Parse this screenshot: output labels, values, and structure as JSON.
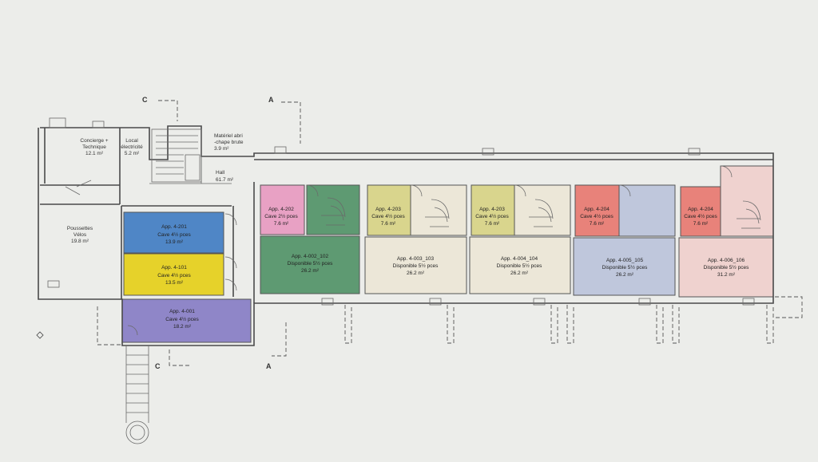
{
  "colors": {
    "background": "#ecedea",
    "blue": "#4f86c6",
    "yellow": "#e6d22a",
    "purple": "#8f86c8",
    "pink": "#e8a1c4",
    "green": "#5e9a72",
    "olive": "#d9d58d",
    "salmon": "#e8827a",
    "lightblue": "#bfc7dc",
    "lightpink": "#efd2cf",
    "beige": "#ece7d8"
  },
  "section_markers": {
    "a_top": "A",
    "a_bottom": "A",
    "c_top": "C",
    "c_bottom": "C"
  },
  "rooms": {
    "conciergerie": {
      "line1": "Concierge +",
      "line2": "Technique",
      "area": "12.1 m²"
    },
    "local_elec": {
      "line1": "Local",
      "line2": "électricité",
      "area": "5.2 m²"
    },
    "materiel": {
      "line1": "Matériel abri",
      "line2": "-chape brute",
      "area": "3.9 m²"
    },
    "hall": {
      "name": "Hall",
      "area": "61.7 m²"
    },
    "poussettes": {
      "line1": "Poussettes",
      "line2": "Vélos",
      "area": "19.8 m²"
    },
    "app_4_201": {
      "name": "App. 4-201",
      "desc": "Cave 4½ pces",
      "area": "13.9 m²"
    },
    "app_4_101": {
      "name": "App. 4-101",
      "desc": "Cave 4½ pces",
      "area": "13.5 m²"
    },
    "app_4_001": {
      "name": "App. 4-001",
      "desc": "Cave 4½ pces",
      "area": "18.2 m²"
    },
    "app_4_202": {
      "name": "App. 4-202",
      "desc": "Cave 2½ pces",
      "area": "7.6 m²"
    },
    "app_4_002_102": {
      "name": "App. 4-002_102",
      "desc": "Disponible 5½ pces",
      "area": "26.2 m²"
    },
    "app_4_203a": {
      "name": "App. 4-203",
      "desc": "Cave 4½ pces",
      "area": "7.6 m²"
    },
    "app_4_003_103": {
      "name": "App. 4-003_103",
      "desc": "Disponible 5½ pces",
      "area": "26.2 m²"
    },
    "app_4_203b": {
      "name": "App. 4-203",
      "desc": "Cave 4½ pces",
      "area": "7.6 m²"
    },
    "app_4_004_104": {
      "name": "App. 4-004_104",
      "desc": "Disponible 5½ pces",
      "area": "26.2 m²"
    },
    "app_4_204a": {
      "name": "App. 4-204",
      "desc": "Cave 4½ pces",
      "area": "7.6 m²"
    },
    "app_4_005_105": {
      "name": "App. 4-005_105",
      "desc": "Disponible 5½ pces",
      "area": "26.2 m²"
    },
    "app_4_204b": {
      "name": "App. 4-204",
      "desc": "Cave 4½ pces",
      "area": "7.6 m²"
    },
    "app_4_006_106": {
      "name": "App. 4-006_106",
      "desc": "Disponible 5½ pces",
      "area": "31.2 m²"
    }
  }
}
